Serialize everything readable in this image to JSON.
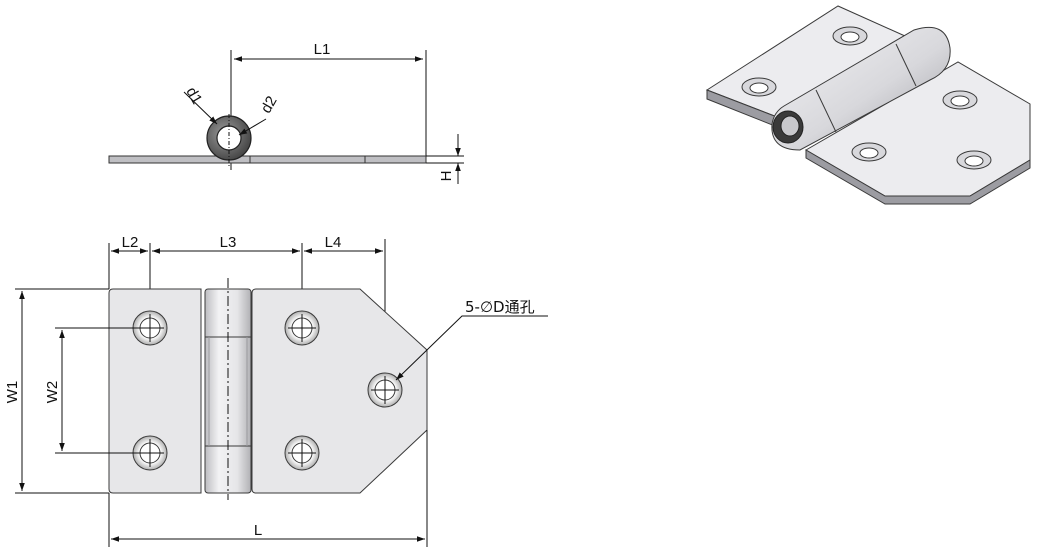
{
  "dimensions": {
    "L1": "L1",
    "d1": "d1",
    "d2": "d2",
    "H": "H",
    "L2": "L2",
    "L3": "L3",
    "L4": "L4",
    "W1": "W1",
    "W2": "W2",
    "L": "L"
  },
  "hole_note": "5-∅D通孔",
  "colors": {
    "plate": "#e7e7e9",
    "plate_edge": "#3a3a3a",
    "knuckle": "#e2e2e4",
    "iso_face": "#e9e9ec",
    "iso_side": "#9a9aa0",
    "barrel_dark": "#5a5a5a",
    "line": "#111111"
  }
}
